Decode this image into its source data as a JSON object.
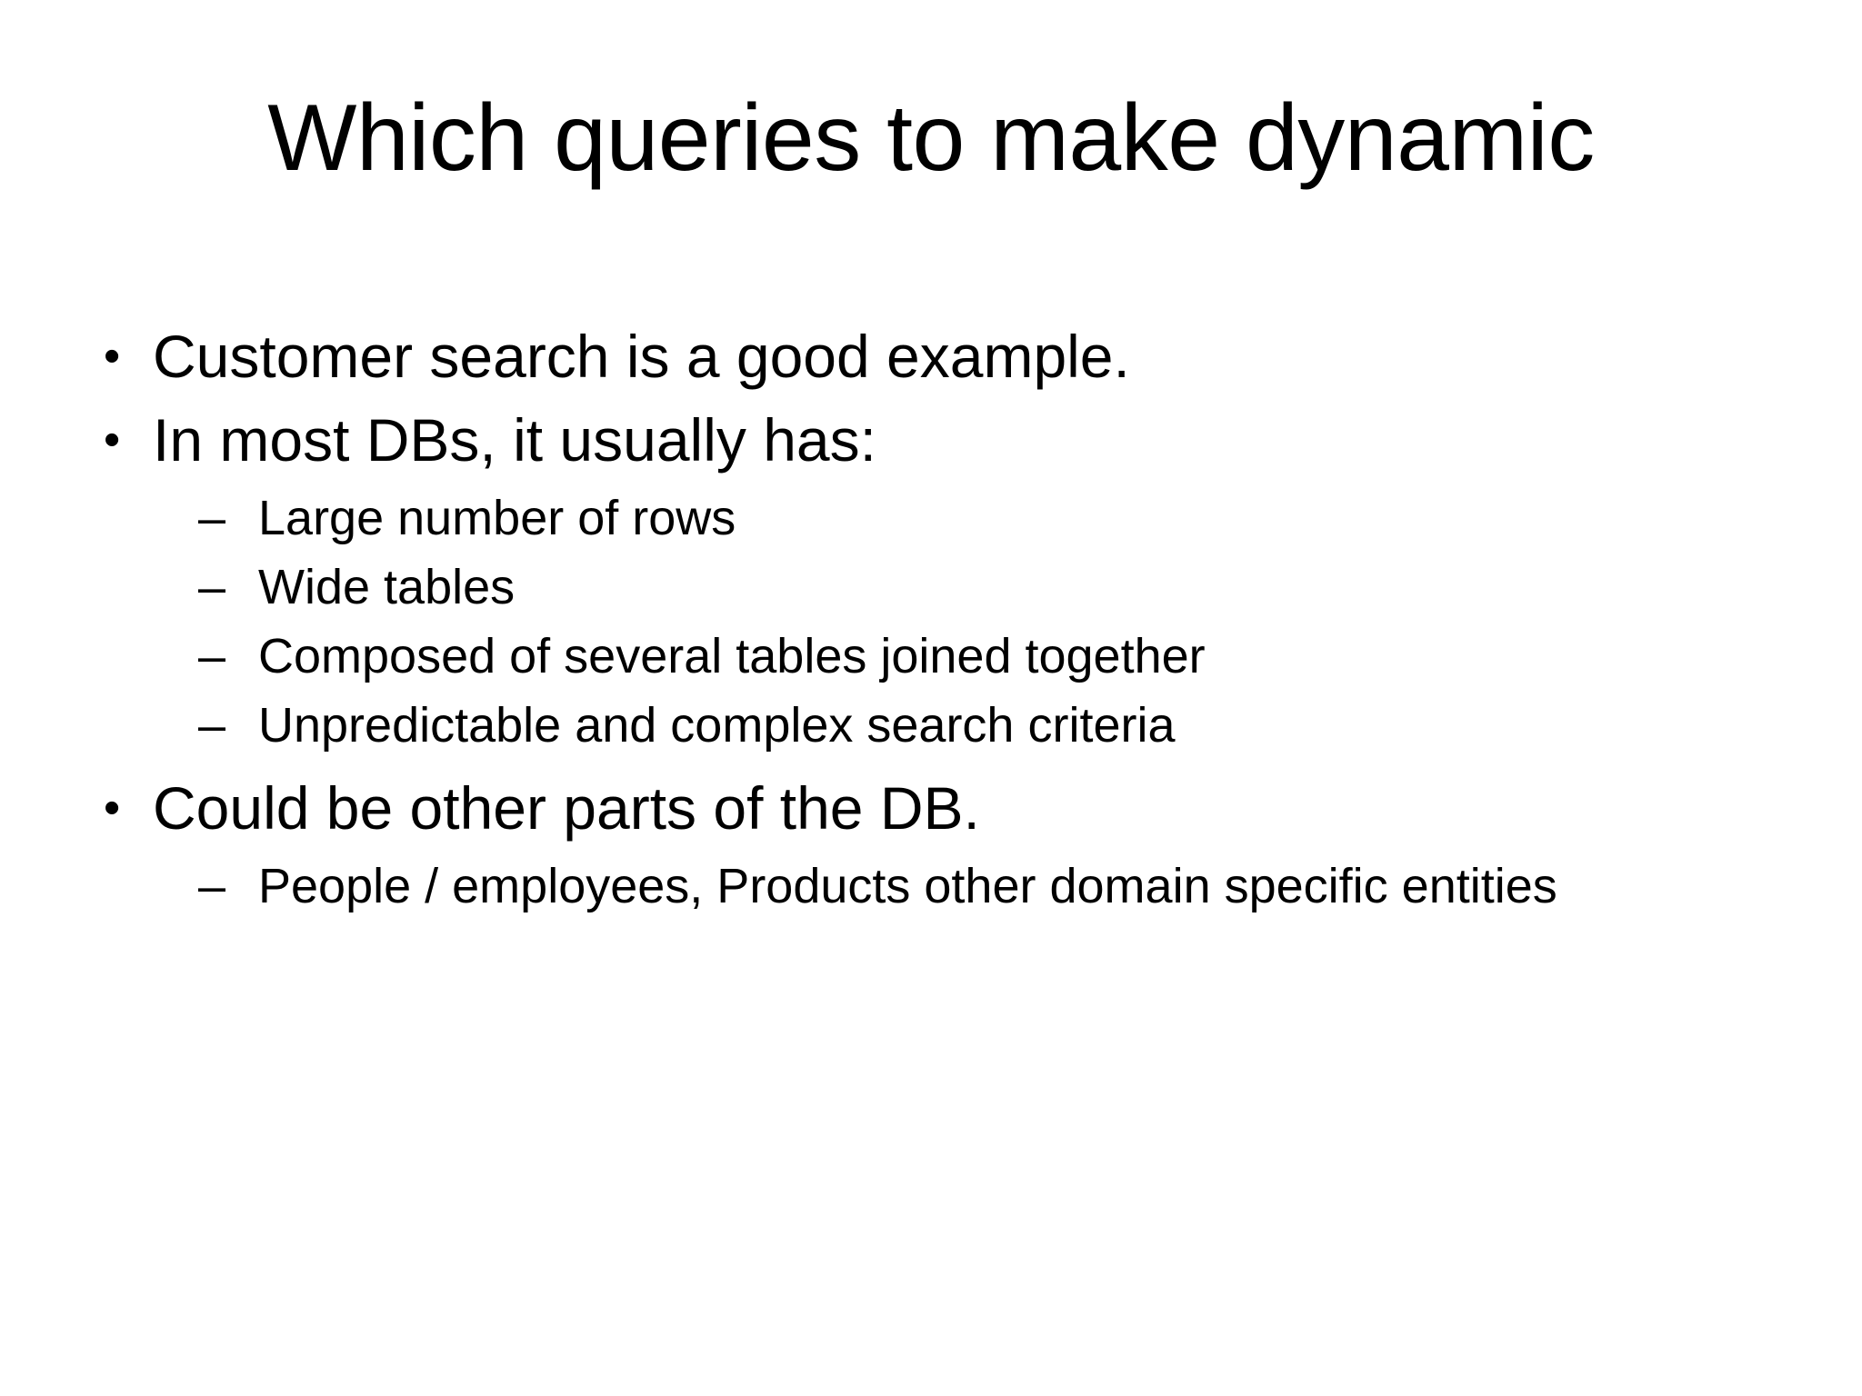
{
  "slide": {
    "title": "Which queries to make dynamic",
    "background_color": "#ffffff",
    "text_color": "#000000",
    "markers": {
      "level1": "•",
      "level2": "–"
    },
    "bullets": [
      {
        "level": 1,
        "marker": "•",
        "text": "Customer search is a good example."
      },
      {
        "level": 1,
        "marker": "•",
        "text": "In most DBs, it usually has:"
      },
      {
        "level": 2,
        "marker": "–",
        "text": "Large number of rows"
      },
      {
        "level": 2,
        "marker": "–",
        "text": "Wide tables"
      },
      {
        "level": 2,
        "marker": "–",
        "text": "Composed of several tables joined together"
      },
      {
        "level": 2,
        "marker": "–",
        "text": "Unpredictable and complex search criteria"
      },
      {
        "level": 1,
        "marker": "•",
        "text": "Could be other parts of the DB."
      },
      {
        "level": 2,
        "marker": "–",
        "text": "People / employees, Products other domain specific entities"
      }
    ]
  }
}
